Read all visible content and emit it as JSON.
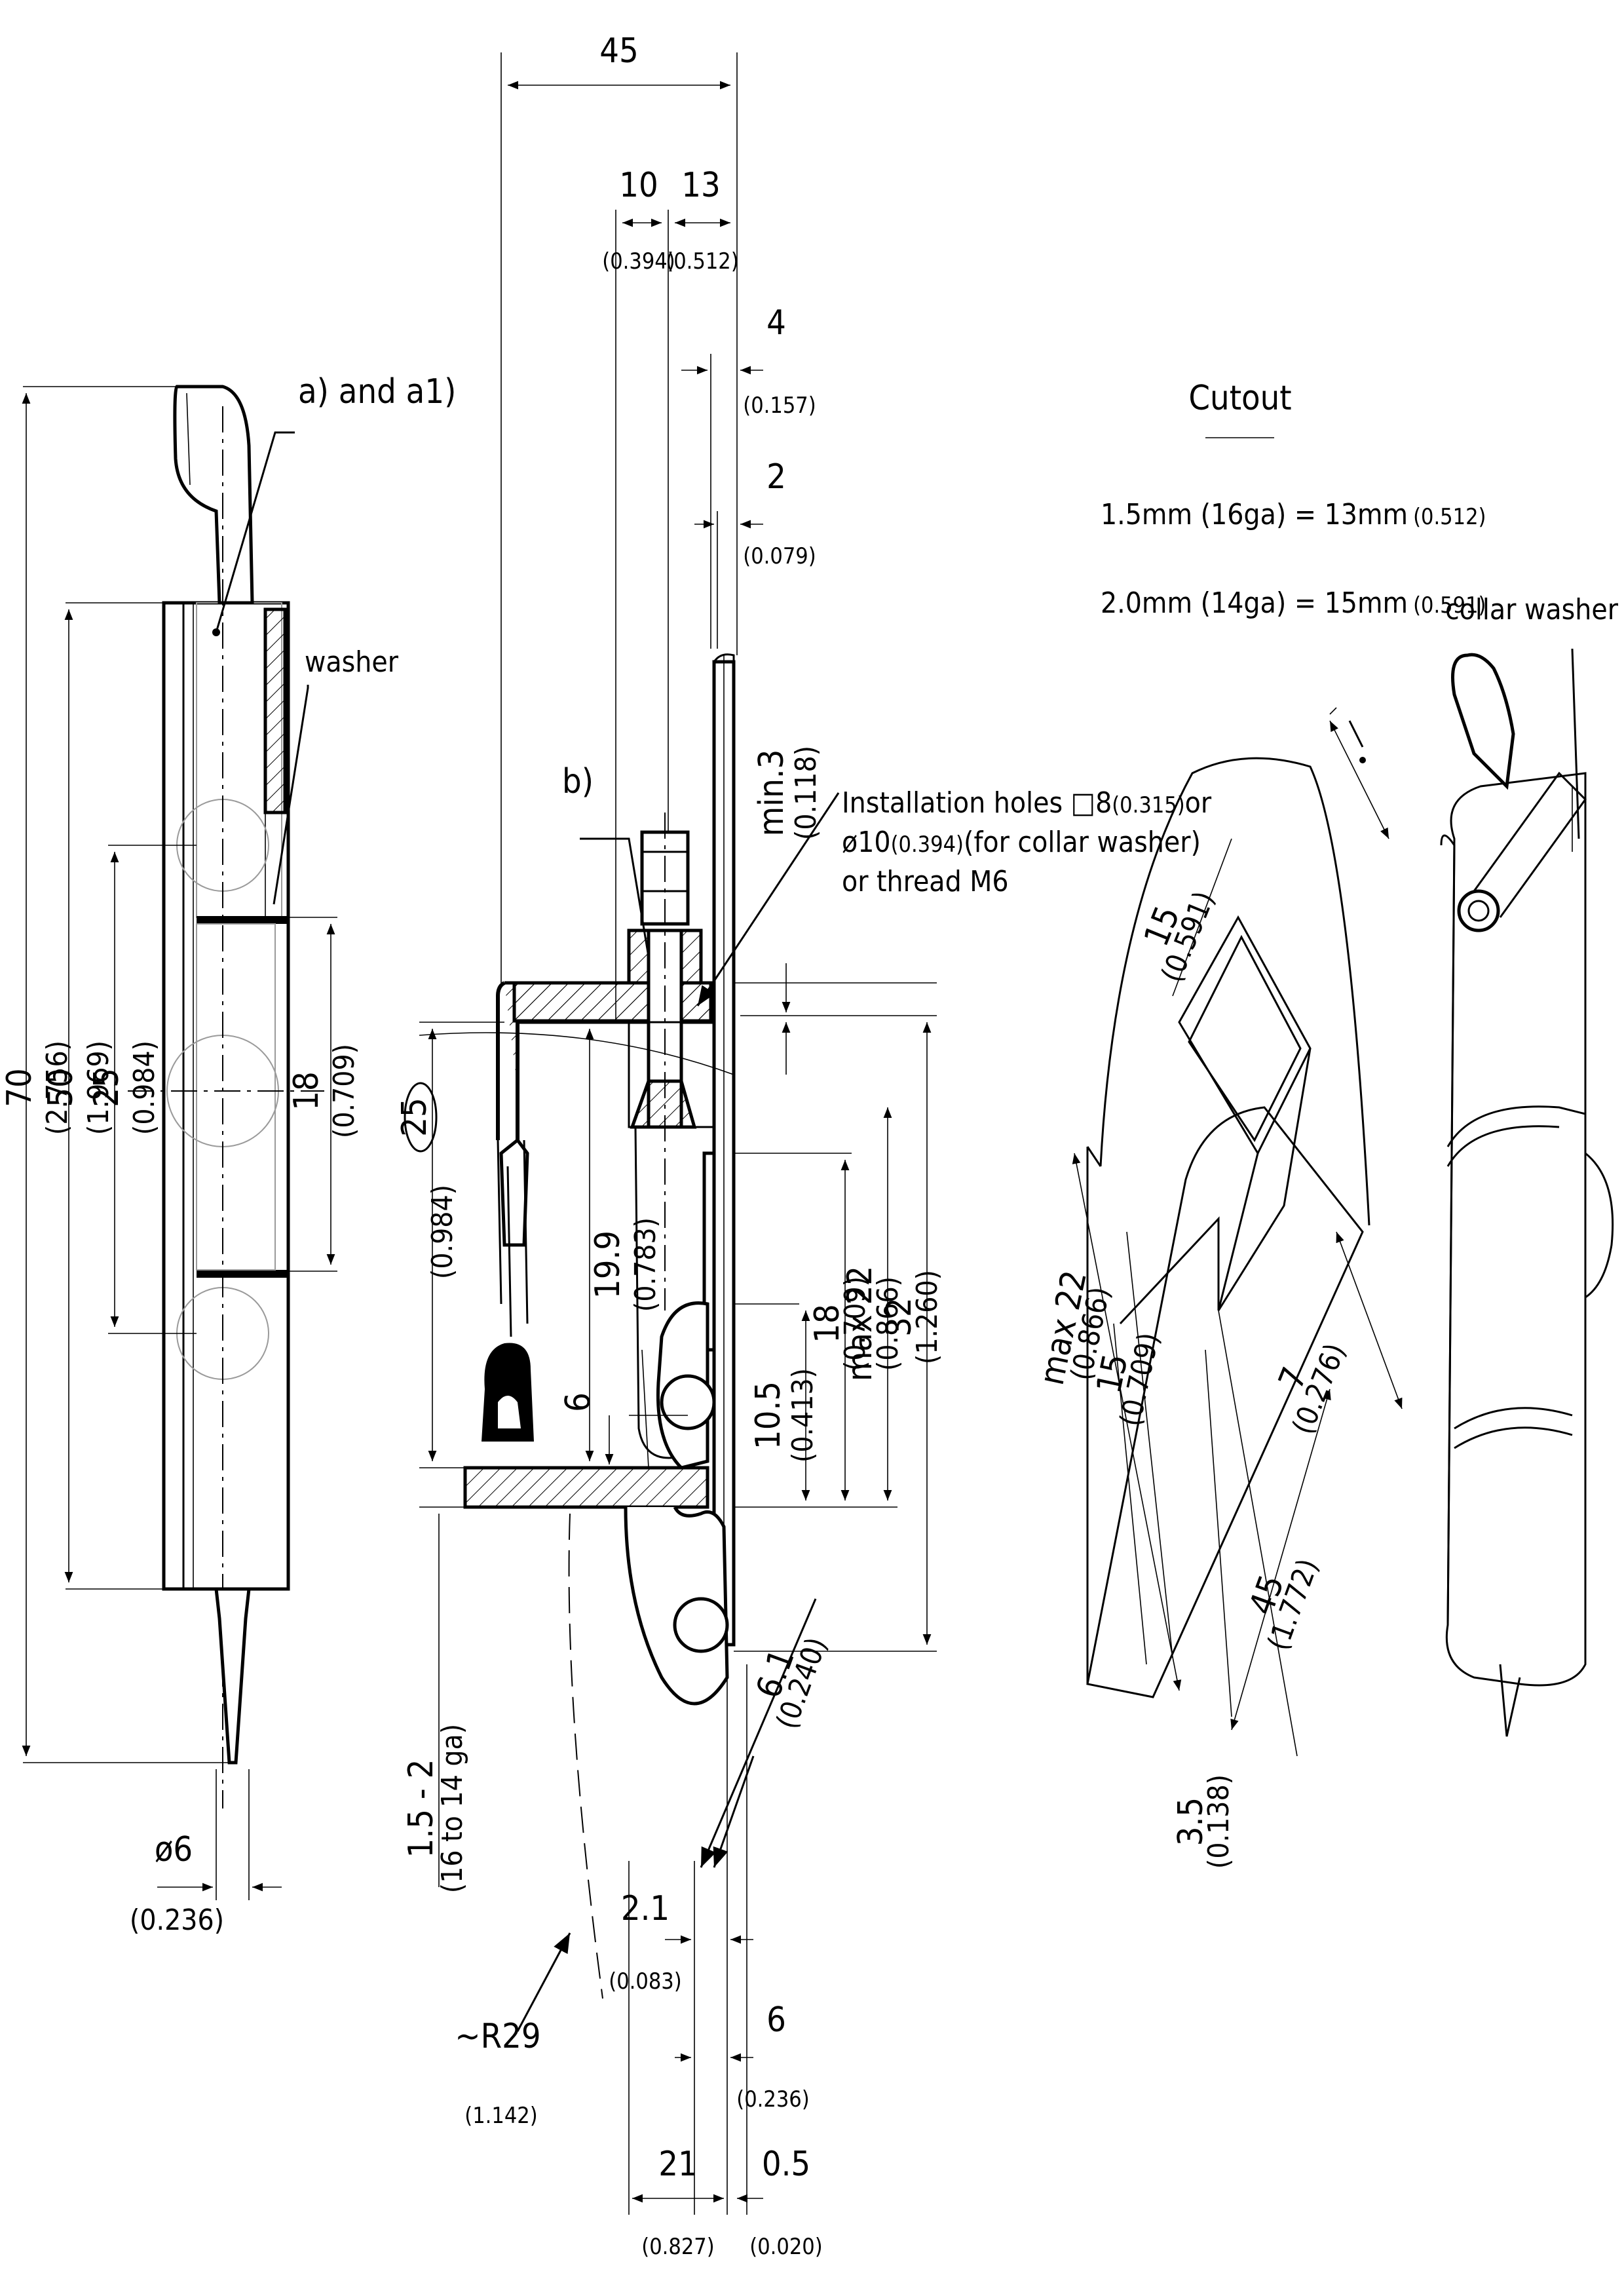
{
  "labels": {
    "a_and_a1": "a) and a1)",
    "washer": "washer",
    "b": "b)",
    "installation_1": "Installation holes □8",
    "installation_1_in": "(0.315)",
    "installation_1_end": "or",
    "installation_2": "ø10",
    "installation_2_in": "(0.394)",
    "installation_2_end": "(for collar washer)",
    "installation_3": "or thread M6",
    "cutout_title": "Cutout",
    "cutout_line1_a": "1.5mm (16ga) = 13mm",
    "cutout_line1_b": "(0.512)",
    "cutout_line2_a": "2.0mm (14ga) = 15mm",
    "cutout_line2_b": "(0.591)",
    "collar_washer": "collar washer"
  },
  "dimensions": {
    "d45_top": "45",
    "d10": "10",
    "d10_in": "(0.394)",
    "d13": "13",
    "d13_in": "(0.512)",
    "d4": "4",
    "d4_in": "(0.157)",
    "d2": "2",
    "d2_in": "(0.079)",
    "dmin3": "min.3",
    "dmin3_in": "(0.118)",
    "d70": "70",
    "d70_in": "(2.756)",
    "d50": "50",
    "d50_in": "(1.969)",
    "d25": "25",
    "d25_in": "(0.984)",
    "d18": "18",
    "d18_in": "(0.709)",
    "d6dia": "ø6",
    "d6dia_in": "(0.236)",
    "d25c": "25",
    "d25c_in": "(0.984)",
    "d199": "19.9",
    "d199_in": "(0.783)",
    "d6": "6",
    "d105": "10.5",
    "d105_in": "(0.413)",
    "d18b": "18",
    "d18b_in": "(0.709)",
    "dmax22": "max 22",
    "dmax22_in": "(0.866)",
    "d32": "32",
    "d32_in": "(1.260)",
    "d61": "6.1",
    "d61_in": "(0.240)",
    "d1520": "1.5 - 2",
    "d1520_in": "(16 to 14 ga)",
    "d21a": "2.1",
    "d21a_in": "(0.083)",
    "dR29": "~R29",
    "dR29_in": "(1.142)",
    "d6b": "6",
    "d6b_in": "(0.236)",
    "d21": "21",
    "d21_in": "(0.827)",
    "d05": "0.5",
    "d05_in": "(0.020)",
    "d15c": "15",
    "d15c_in": "(0.591)",
    "dmax22c": "max 22",
    "dmax22c_in": "(0.866)",
    "d15d": "15",
    "d15d_in": "(0.709)",
    "d7": "7",
    "d7_in": "(0.276)",
    "d45c": "45",
    "d45c_in": "(1.772)",
    "d35": "3.5",
    "d35_in": "(0.138)"
  }
}
